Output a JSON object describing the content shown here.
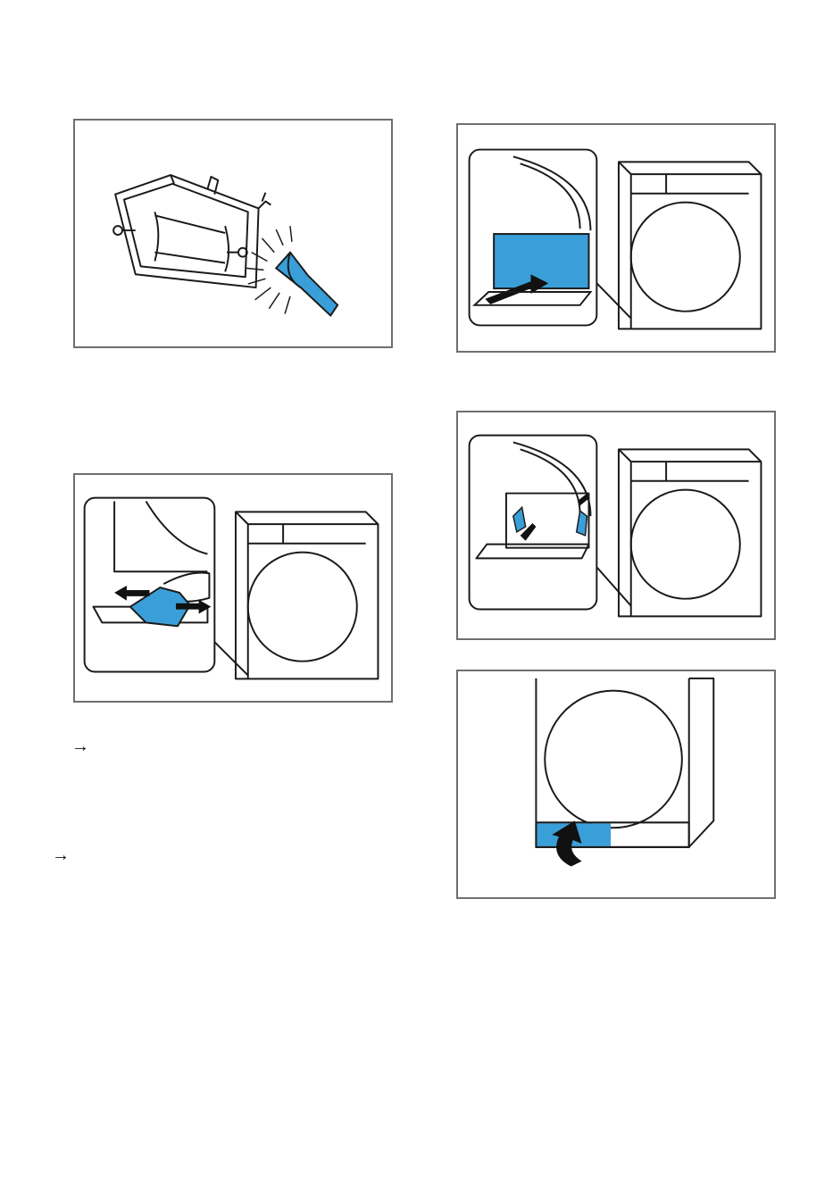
{
  "figures": [
    {
      "id": "fig-cleaning-heat-exchanger",
      "icon": "brush-cleaning-icon"
    },
    {
      "id": "fig-insert-heat-exchanger",
      "icon": "push-arrow-icon"
    },
    {
      "id": "fig-remove-fluff-from-seals",
      "icon": "wipe-arrows-icon"
    },
    {
      "id": "fig-lock-levers",
      "icon": "lever-lock-icon"
    },
    {
      "id": "fig-close-maintenance-flap",
      "icon": "curved-arrow-up-icon"
    }
  ],
  "result_arrows": [
    "→",
    "→"
  ],
  "colors": {
    "accent": "#3a9fd8",
    "line": "#1a1a1a",
    "frame": "#6f6f6f"
  }
}
